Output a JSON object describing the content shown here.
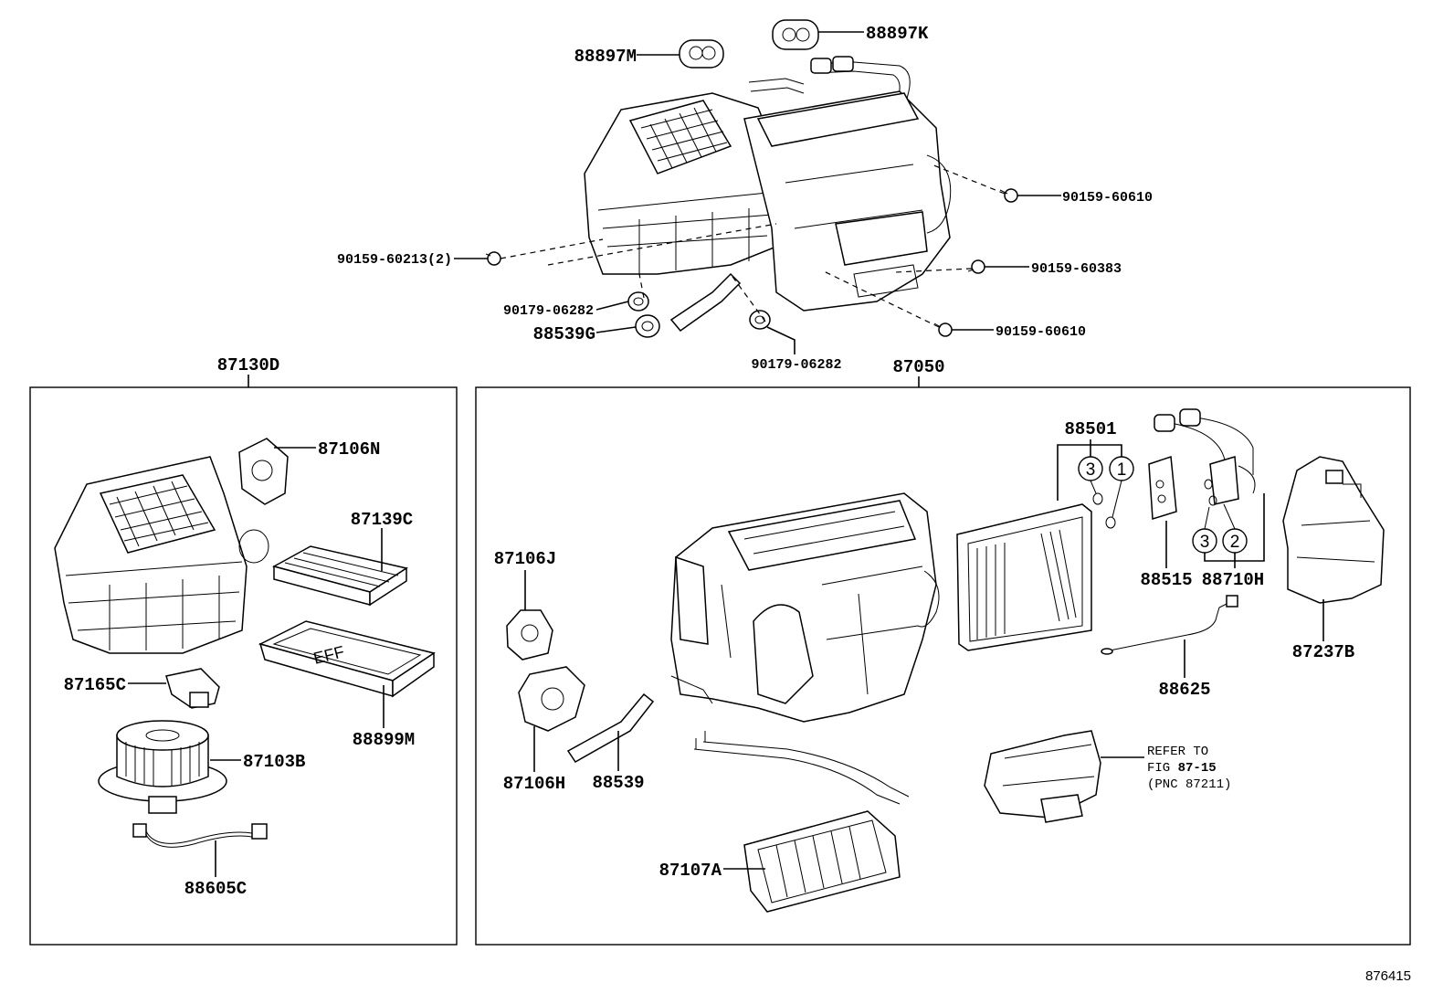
{
  "drawing_id": "876415",
  "top_assembly": {
    "labels": {
      "p88897M": "88897M",
      "p88897K": "88897K",
      "p90159_60610_a": "90159-60610",
      "p90159_60213": "90159-60213(2)",
      "p90159_60383": "90159-60383",
      "p90179_06282_a": "90179-06282",
      "p88539G": "88539G",
      "p90159_60610_b": "90159-60610",
      "p90179_06282_b": "90179-06282"
    }
  },
  "left_group": {
    "title": "87130D",
    "labels": {
      "p87106N": "87106N",
      "p87139C": "87139C",
      "p88899M": "88899M",
      "p87165C": "87165C",
      "p87103B": "87103B",
      "p88605C": "88605C"
    }
  },
  "right_group": {
    "title": "87050",
    "labels": {
      "p88501": "88501",
      "c3a": "3",
      "c1": "1",
      "c3b": "3",
      "c2": "2",
      "p88515": "88515",
      "p88710H": "88710H",
      "p87237B": "87237B",
      "p87106J": "87106J",
      "p87106H": "87106H",
      "p88539": "88539",
      "p88625": "88625",
      "p87107A": "87107A"
    },
    "refer": {
      "line1": "REFER TO",
      "line2_prefix": "FIG ",
      "line2_fig": "87-15",
      "line3": "(PNC 87211)"
    }
  }
}
